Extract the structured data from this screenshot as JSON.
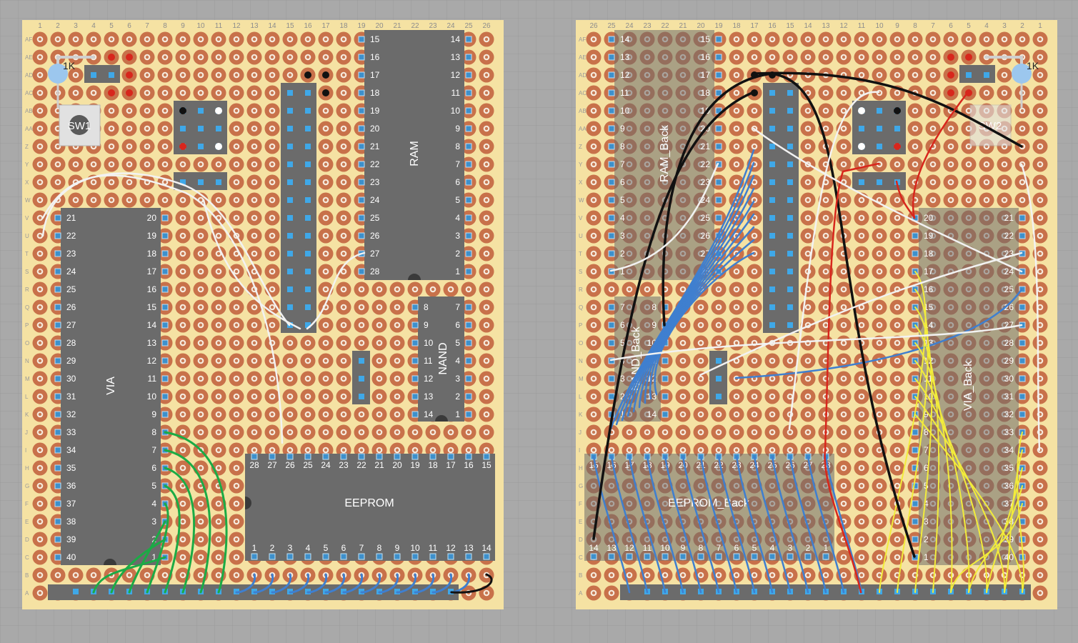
{
  "colors": {
    "canvas": "#a9a9a9",
    "grid": "#9a9a9a",
    "board": "#f5e2a3",
    "pad": "#c8714a",
    "pad_ring": "#f7ece0",
    "chip": "#6b6b6b",
    "pin": "#3d8fd6",
    "wire_green": "#1bab45",
    "wire_blue": "#3f7fcf",
    "wire_white": "#f2f2f2",
    "wire_black": "#111111",
    "wire_red": "#d8261c",
    "wire_yellow": "#f2ec3a",
    "back_overlay": "#c5b78a"
  },
  "row_labels": [
    "AF",
    "AE",
    "AD",
    "AC",
    "AB",
    "AA",
    "Z",
    "Y",
    "X",
    "W",
    "V",
    "U",
    "T",
    "S",
    "R",
    "Q",
    "P",
    "O",
    "N",
    "M",
    "L",
    "K",
    "J",
    "I",
    "H",
    "G",
    "F",
    "E",
    "D",
    "C",
    "B",
    "A"
  ],
  "left_board": {
    "col_labels": [
      "1",
      "2",
      "3",
      "4",
      "5",
      "6",
      "7",
      "8",
      "9",
      "10",
      "11",
      "12",
      "13",
      "14",
      "15",
      "16",
      "17",
      "18",
      "19",
      "20",
      "21",
      "22",
      "23",
      "24",
      "25",
      "26"
    ],
    "chips": {
      "via": {
        "name": "VIA",
        "left_pins": [
          "21",
          "22",
          "23",
          "24",
          "25",
          "26",
          "27",
          "28",
          "29",
          "30",
          "31",
          "32",
          "33",
          "34",
          "35",
          "36",
          "37",
          "38",
          "39",
          "40"
        ],
        "right_pins": [
          "20",
          "19",
          "18",
          "17",
          "16",
          "15",
          "14",
          "13",
          "12",
          "11",
          "10",
          "9",
          "8",
          "7",
          "6",
          "5",
          "4",
          "3",
          "2",
          "1"
        ]
      },
      "ram": {
        "name": "RAM",
        "left_pins": [
          "15",
          "16",
          "17",
          "18",
          "19",
          "20",
          "21",
          "22",
          "23",
          "24",
          "25",
          "26",
          "27",
          "28"
        ],
        "right_pins": [
          "14",
          "13",
          "12",
          "11",
          "10",
          "9",
          "8",
          "7",
          "6",
          "5",
          "4",
          "3",
          "2",
          "1"
        ]
      },
      "nand": {
        "name": "NAND",
        "left_pins": [
          "8",
          "9",
          "10",
          "11",
          "12",
          "13",
          "14"
        ],
        "right_pins": [
          "7",
          "6",
          "5",
          "4",
          "3",
          "2",
          "1"
        ]
      },
      "eeprom": {
        "name": "EEPROM",
        "top_pins": [
          "28",
          "27",
          "26",
          "25",
          "24",
          "23",
          "22",
          "21",
          "20",
          "19",
          "18",
          "17",
          "16",
          "15"
        ],
        "bottom_pins": [
          "1",
          "2",
          "3",
          "4",
          "5",
          "6",
          "7",
          "8",
          "9",
          "10",
          "11",
          "12",
          "13",
          "14"
        ]
      }
    },
    "switch_label": "SW1",
    "resistor_label": "1K"
  },
  "right_board": {
    "col_labels": [
      "26",
      "25",
      "24",
      "23",
      "22",
      "21",
      "20",
      "19",
      "18",
      "17",
      "16",
      "15",
      "14",
      "13",
      "12",
      "11",
      "10",
      "9",
      "8",
      "7",
      "6",
      "5",
      "4",
      "3",
      "2",
      "1"
    ],
    "chips": {
      "ram": {
        "name": "RAM_Back",
        "left_pins": [
          "14",
          "13",
          "12",
          "11",
          "10",
          "9",
          "8",
          "7",
          "6",
          "5",
          "4",
          "3",
          "2",
          "1"
        ],
        "right_pins": [
          "15",
          "16",
          "17",
          "18",
          "19",
          "20",
          "21",
          "22",
          "23",
          "24",
          "25",
          "26",
          "27",
          "28"
        ]
      },
      "nand": {
        "name": "NAND_Back",
        "left_pins": [
          "7",
          "6",
          "5",
          "4",
          "3",
          "2",
          "1"
        ],
        "right_pins": [
          "8",
          "9",
          "10",
          "11",
          "12",
          "13",
          "14"
        ]
      },
      "via": {
        "name": "VIA_Back",
        "left_pins": [
          "20",
          "19",
          "18",
          "17",
          "16",
          "15",
          "14",
          "13",
          "12",
          "11",
          "10",
          "9",
          "8",
          "7",
          "6",
          "5",
          "4",
          "3",
          "2",
          "1"
        ],
        "right_pins": [
          "21",
          "22",
          "23",
          "24",
          "25",
          "26",
          "27",
          "28",
          "29",
          "30",
          "31",
          "32",
          "33",
          "34",
          "35",
          "36",
          "37",
          "38",
          "39",
          "40"
        ]
      },
      "eeprom": {
        "name": "EEPROM_Back",
        "top_pins": [
          "15",
          "16",
          "17",
          "18",
          "19",
          "20",
          "21",
          "22",
          "23",
          "24",
          "25",
          "26",
          "27",
          "28"
        ],
        "bottom_pins": [
          "14",
          "13",
          "12",
          "11",
          "10",
          "9",
          "8",
          "7",
          "6",
          "5",
          "4",
          "3",
          "2",
          "1"
        ]
      }
    },
    "switch_label": "SW2",
    "resistor_label": "1K"
  }
}
